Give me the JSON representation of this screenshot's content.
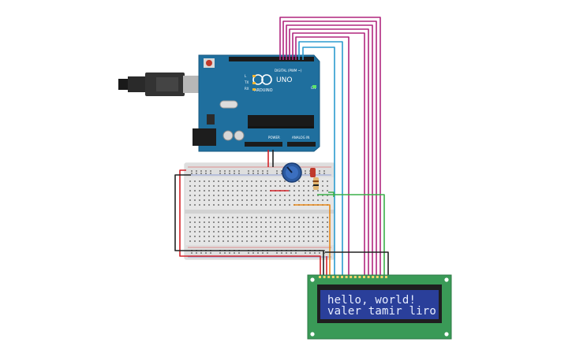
{
  "arduino": {
    "brand": "ARDUINO",
    "model": "UNO",
    "digital_header": "DIGITAL (PWM ~)",
    "power_header": "POWER",
    "analog_header": "ANALOG IN",
    "tx_label": "TX",
    "rx_label": "RX",
    "l_label": "L",
    "on_label": "ON"
  },
  "lcd": {
    "line1": "hello, world!",
    "line2": "valer tamir liro"
  },
  "colors": {
    "board_blue": "#1f6f9e",
    "breadboard": "#e6e6e6",
    "lcd_green": "#3a9a57",
    "lcd_screen": "#2a3f9a",
    "wire_magenta": "#b0267e",
    "wire_cyan": "#2b9bcf",
    "wire_green": "#3cb14a",
    "wire_orange": "#e8891a",
    "wire_red": "#d4242a",
    "wire_black": "#222222"
  }
}
